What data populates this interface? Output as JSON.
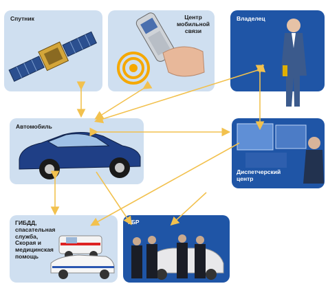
{
  "nodes": {
    "satellite": {
      "label": "Спутник",
      "icon": "satellite-icon"
    },
    "mobile_center": {
      "label": "Центр\nмобильной\nсвязи",
      "icon": "mobile-phone-icon"
    },
    "owner": {
      "label": "Владелец",
      "icon": "businessman-icon"
    },
    "car": {
      "label": "Автомобиль",
      "icon": "car-icon"
    },
    "dispatcher": {
      "label": "Диспетчерский\nцентр",
      "icon": "dispatcher-icon"
    },
    "emergency": {
      "label": "ГИБДД,\nспасательная\nслужба,\nСкорая и\nмедицинская\nпомощь",
      "icon": "ambulance-icon"
    },
    "gbr": {
      "label": "ГБР",
      "icon": "security-team-icon"
    }
  },
  "colors": {
    "arrow": "#f2c14e",
    "light_box": "#cfdff0",
    "blue_box": "#1f55a6",
    "signal": "#f5a800"
  }
}
